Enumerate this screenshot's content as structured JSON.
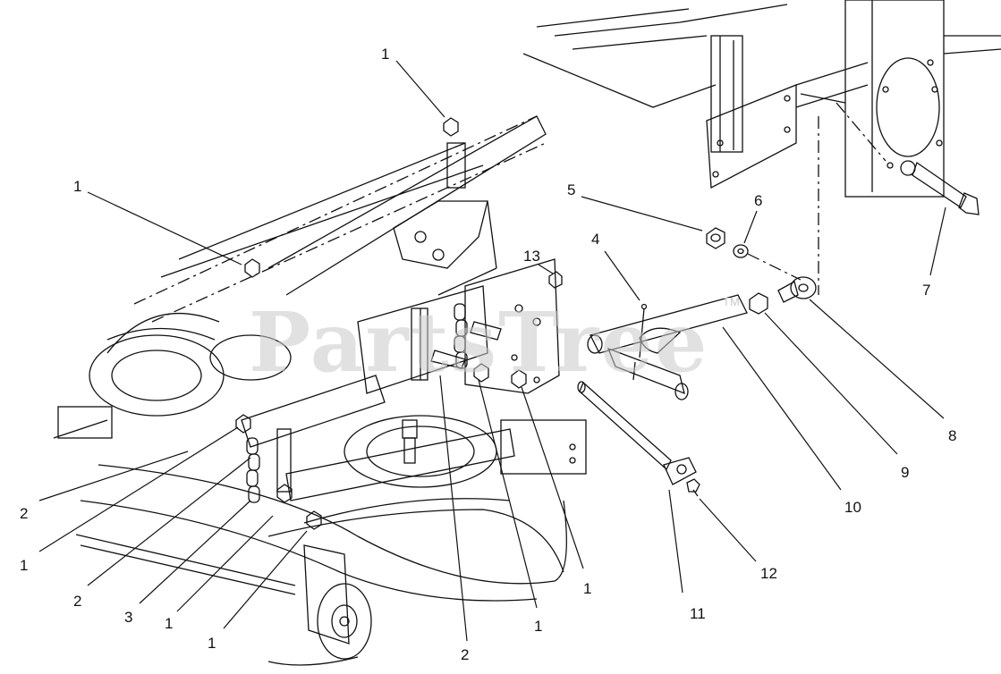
{
  "watermark": {
    "text": "PartsTree",
    "tm": "TM"
  },
  "callouts": [
    {
      "id": "c1a",
      "label": "1"
    },
    {
      "id": "c1b",
      "label": "1"
    },
    {
      "id": "c2a",
      "label": "2"
    },
    {
      "id": "c1c",
      "label": "1"
    },
    {
      "id": "c2b",
      "label": "2"
    },
    {
      "id": "c3",
      "label": "3"
    },
    {
      "id": "c1d",
      "label": "1"
    },
    {
      "id": "c1e",
      "label": "1"
    },
    {
      "id": "c2c",
      "label": "2"
    },
    {
      "id": "c1f",
      "label": "1"
    },
    {
      "id": "c1g",
      "label": "1"
    },
    {
      "id": "c13",
      "label": "13"
    },
    {
      "id": "c4",
      "label": "4"
    },
    {
      "id": "c5",
      "label": "5"
    },
    {
      "id": "c6",
      "label": "6"
    },
    {
      "id": "c7",
      "label": "7"
    },
    {
      "id": "c8",
      "label": "8"
    },
    {
      "id": "c9",
      "label": "9"
    },
    {
      "id": "c10",
      "label": "10"
    },
    {
      "id": "c11",
      "label": "11"
    },
    {
      "id": "c12",
      "label": "12"
    }
  ]
}
